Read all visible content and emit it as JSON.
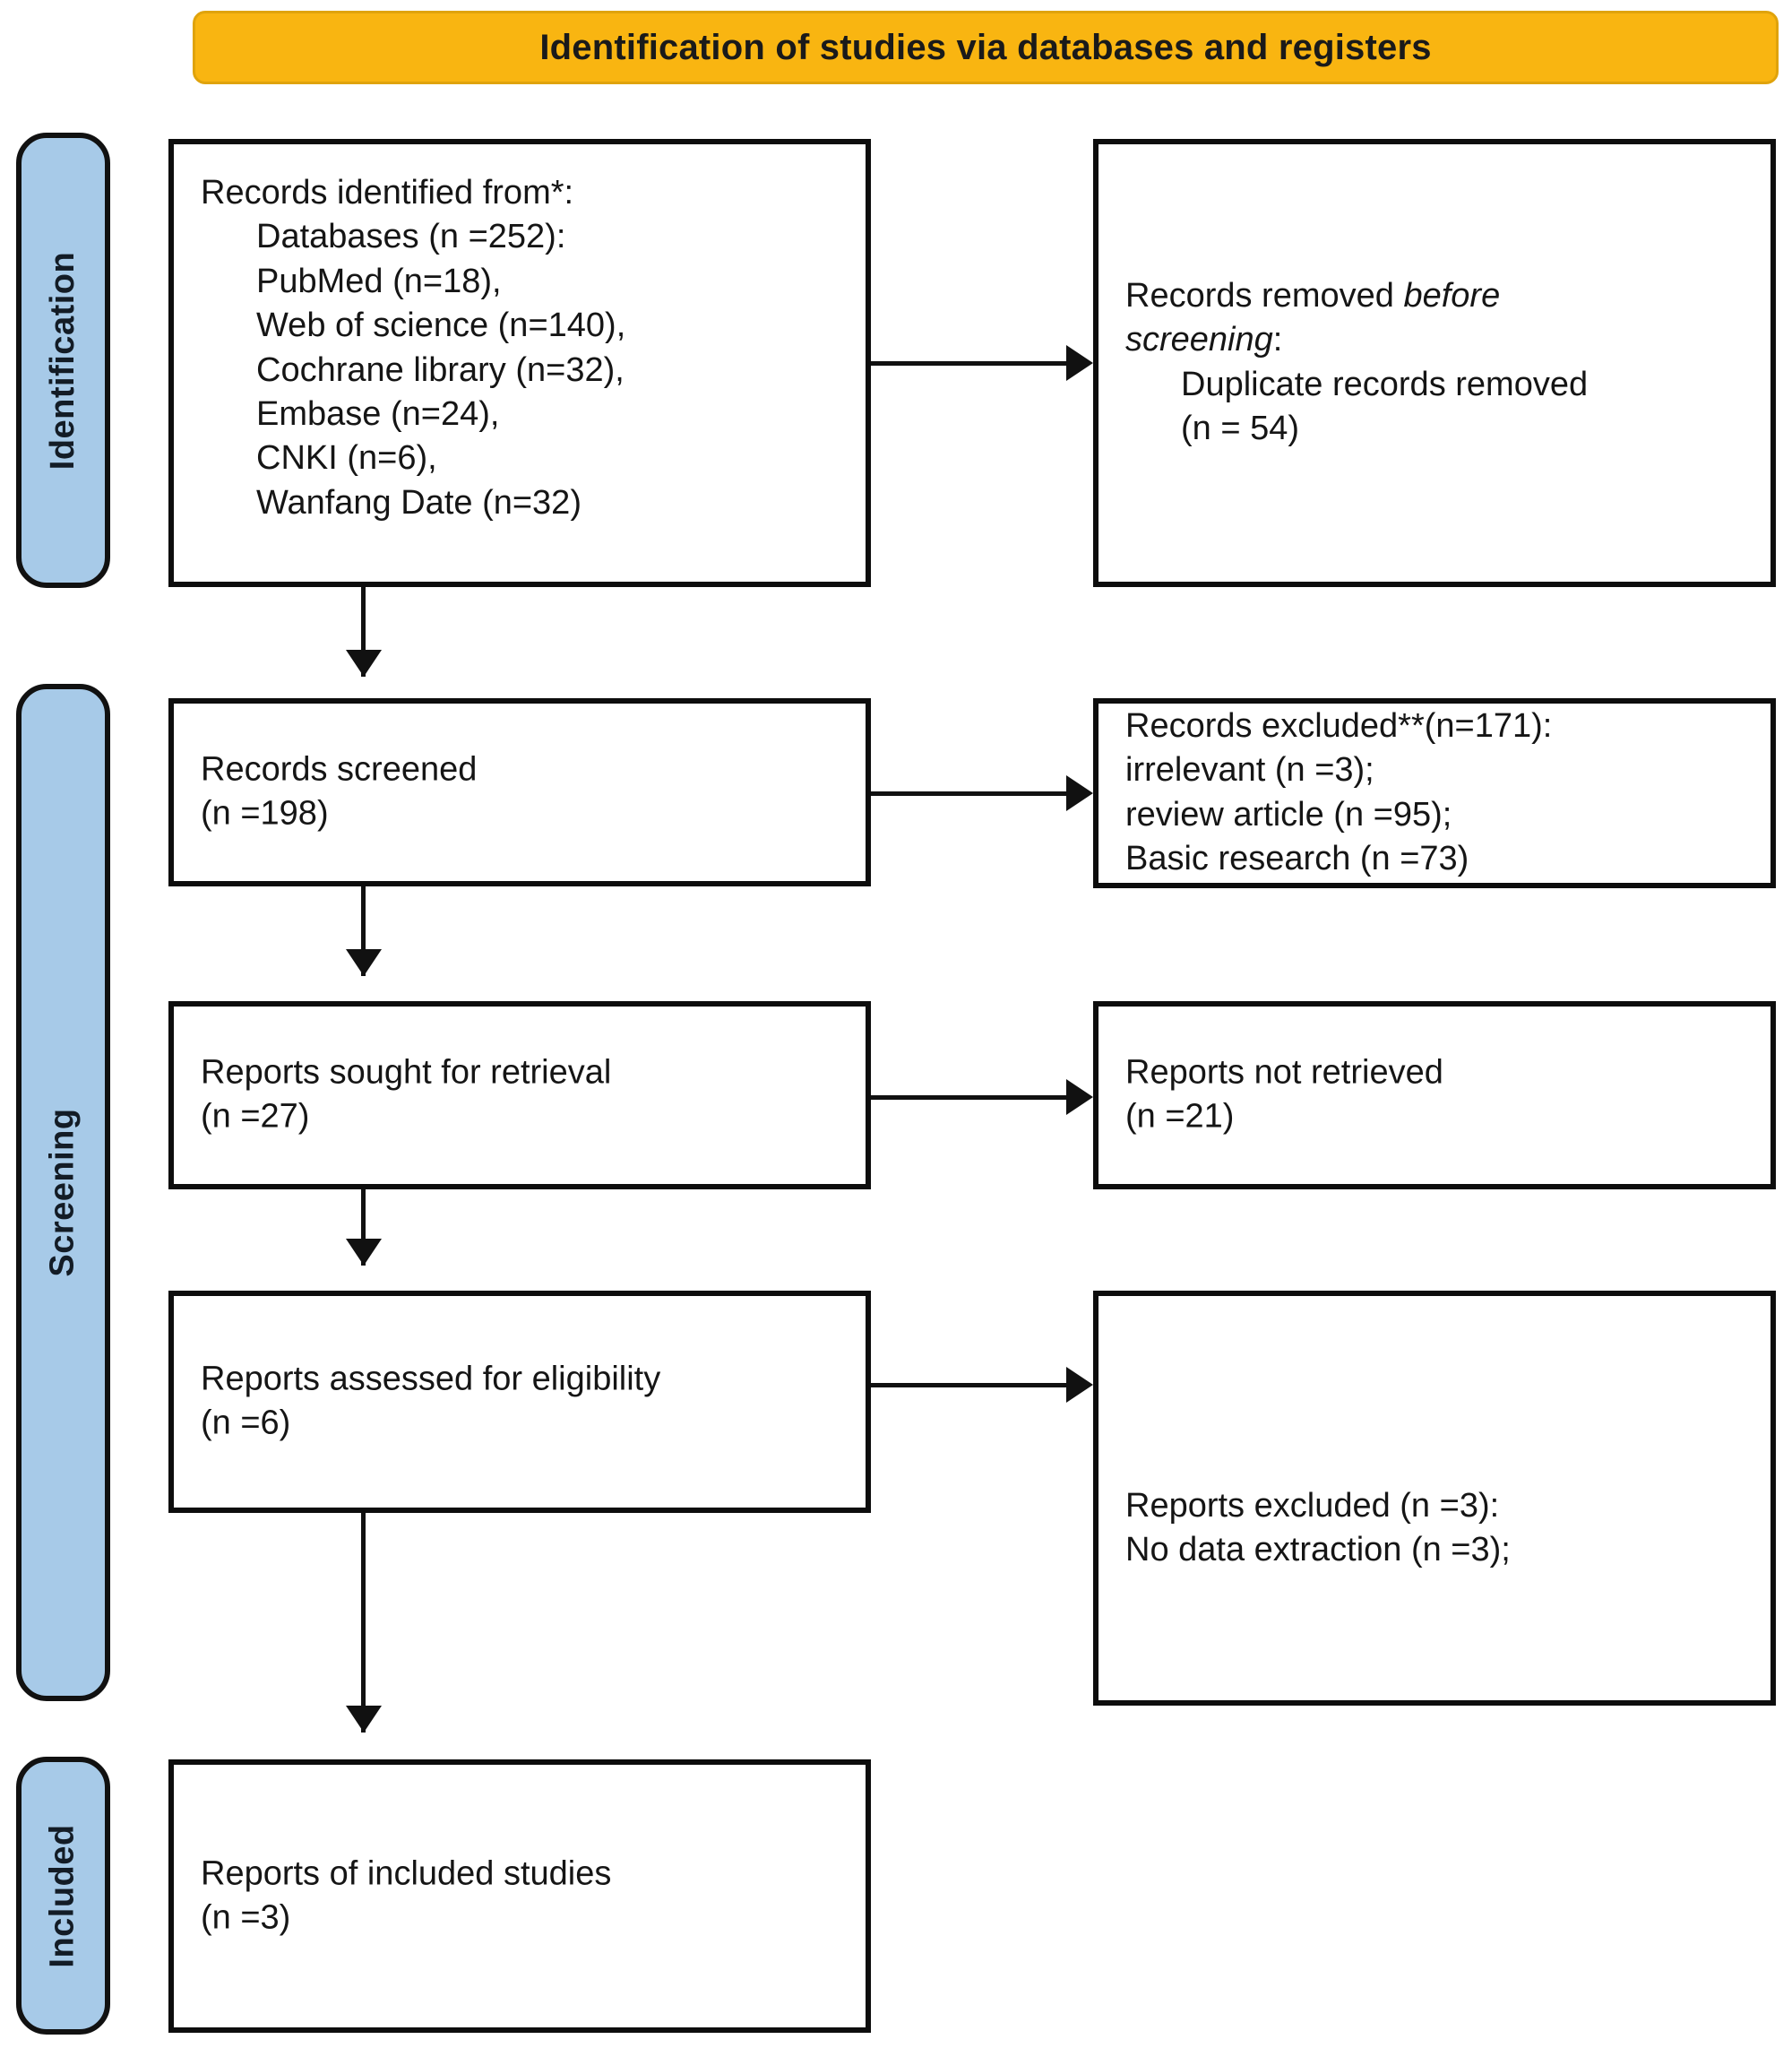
{
  "banner": {
    "title": "Identification of studies via databases and registers",
    "bg_color": "#F9B511"
  },
  "stage_labels": {
    "identification": "Identification",
    "screening": "Screening",
    "included": "Included",
    "bg_color": "#A7CAE8"
  },
  "boxes": {
    "identified": {
      "heading": "Records identified from*:",
      "lines": [
        "Databases (n =252):",
        "PubMed (n=18),",
        "Web of science (n=140),",
        "Cochrane library (n=32),",
        "Embase (n=24),",
        "CNKI (n=6),",
        "Wanfang Date (n=32)"
      ]
    },
    "removed": {
      "line1_prefix": "Records removed ",
      "line1_italic": "before",
      "line2_italic": "screening",
      "line2_suffix": ":",
      "lines": [
        "Duplicate records removed",
        "(n = 54)"
      ]
    },
    "screened": {
      "line1": "Records screened",
      "line2": "(n =198)"
    },
    "excluded_screened": {
      "line1": "Records excluded**(n=171):",
      "line2": "irrelevant (n =3);",
      "line3": "review article (n =95);",
      "line4": "Basic research (n =73)"
    },
    "sought": {
      "line1": "Reports sought for retrieval",
      "line2": "(n =27)"
    },
    "not_retrieved": {
      "line1": "Reports not retrieved",
      "line2": "(n =21)"
    },
    "assessed": {
      "line1": "Reports assessed for eligibility",
      "line2": "(n =6)"
    },
    "excluded_reports": {
      "line1": "Reports excluded (n =3):",
      "line2": "No data extraction (n =3);"
    },
    "included_studies": {
      "line1": "Reports of included studies",
      "line2": "(n =3)"
    }
  }
}
